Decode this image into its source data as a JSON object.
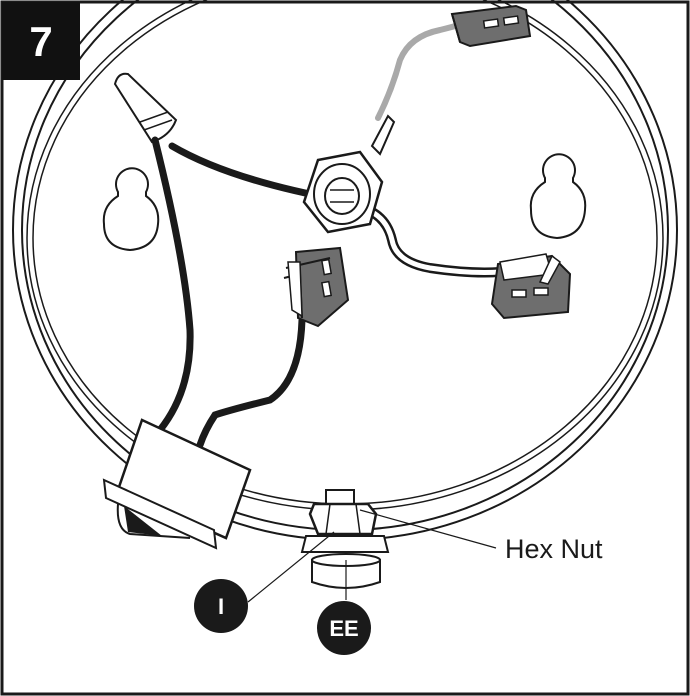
{
  "step": {
    "number": "7"
  },
  "callouts": {
    "hex_nut": "Hex Nut"
  },
  "markers": {
    "part_i": "I",
    "part_ee": "EE"
  },
  "colors": {
    "ink": "#1a1a1a",
    "badge_fill": "#111111",
    "connector_fill": "#6e6e6e",
    "ground_wire": "#a9a9a9",
    "marker_fill": "#1a1a1a"
  },
  "icons": [
    "wire-connector-icon",
    "hex-nut-icon",
    "keyhole-slot-icon"
  ]
}
